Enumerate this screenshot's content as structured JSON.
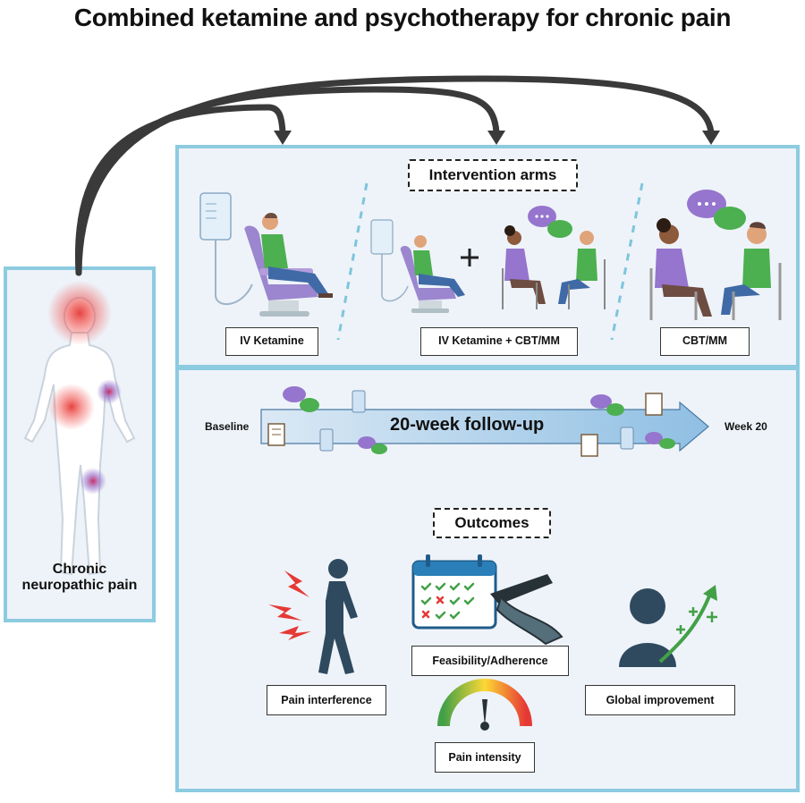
{
  "title": "Combined ketamine and psychotherapy for chronic pain",
  "patient": {
    "label_line1": "Chronic",
    "label_line2": "neuropathic pain"
  },
  "intervention": {
    "header": "Intervention arms",
    "arms": [
      {
        "label": "IV Ketamine"
      },
      {
        "label": "IV Ketamine + CBT/MM"
      },
      {
        "label": "CBT/MM"
      }
    ]
  },
  "timeline": {
    "start": "Baseline",
    "arrow_label": "20-week follow-up",
    "end": "Week 20"
  },
  "outcomes": {
    "header": "Outcomes",
    "items": [
      {
        "label": "Pain interference"
      },
      {
        "label": "Feasibility/Adherence"
      },
      {
        "label": "Pain intensity"
      },
      {
        "label": "Global improvement"
      }
    ]
  },
  "colors": {
    "panel_border": "#8ccbe0",
    "panel_fill": "#eef3f9",
    "pain_red": "#e53935",
    "chair_purple": "#8e7cc3",
    "shirt_green": "#4caf50",
    "arrow_blue": "#9fc8e6"
  }
}
